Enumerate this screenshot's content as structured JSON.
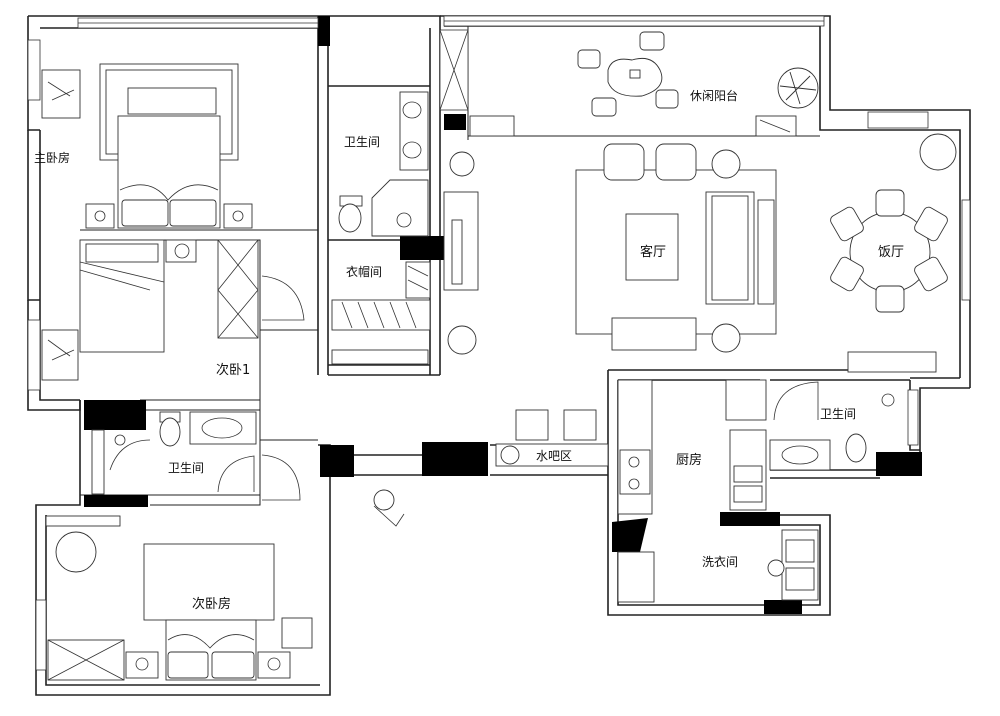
{
  "rooms": {
    "master_bedroom": "主卧房",
    "bathroom_master": "卫生间",
    "closet": "衣帽间",
    "second_bedroom_1": "次卧1",
    "bathroom_middle": "卫生间",
    "second_bedroom": "次卧房",
    "leisure_balcony": "休闲阳台",
    "living_room": "客厅",
    "dining_room": "饭厅",
    "bathroom_right": "卫生间",
    "kitchen": "厨房",
    "laundry": "洗衣间",
    "bar_area": "水吧区"
  },
  "colors": {
    "wall": "#222222",
    "pillar": "#000000",
    "background": "#ffffff"
  }
}
